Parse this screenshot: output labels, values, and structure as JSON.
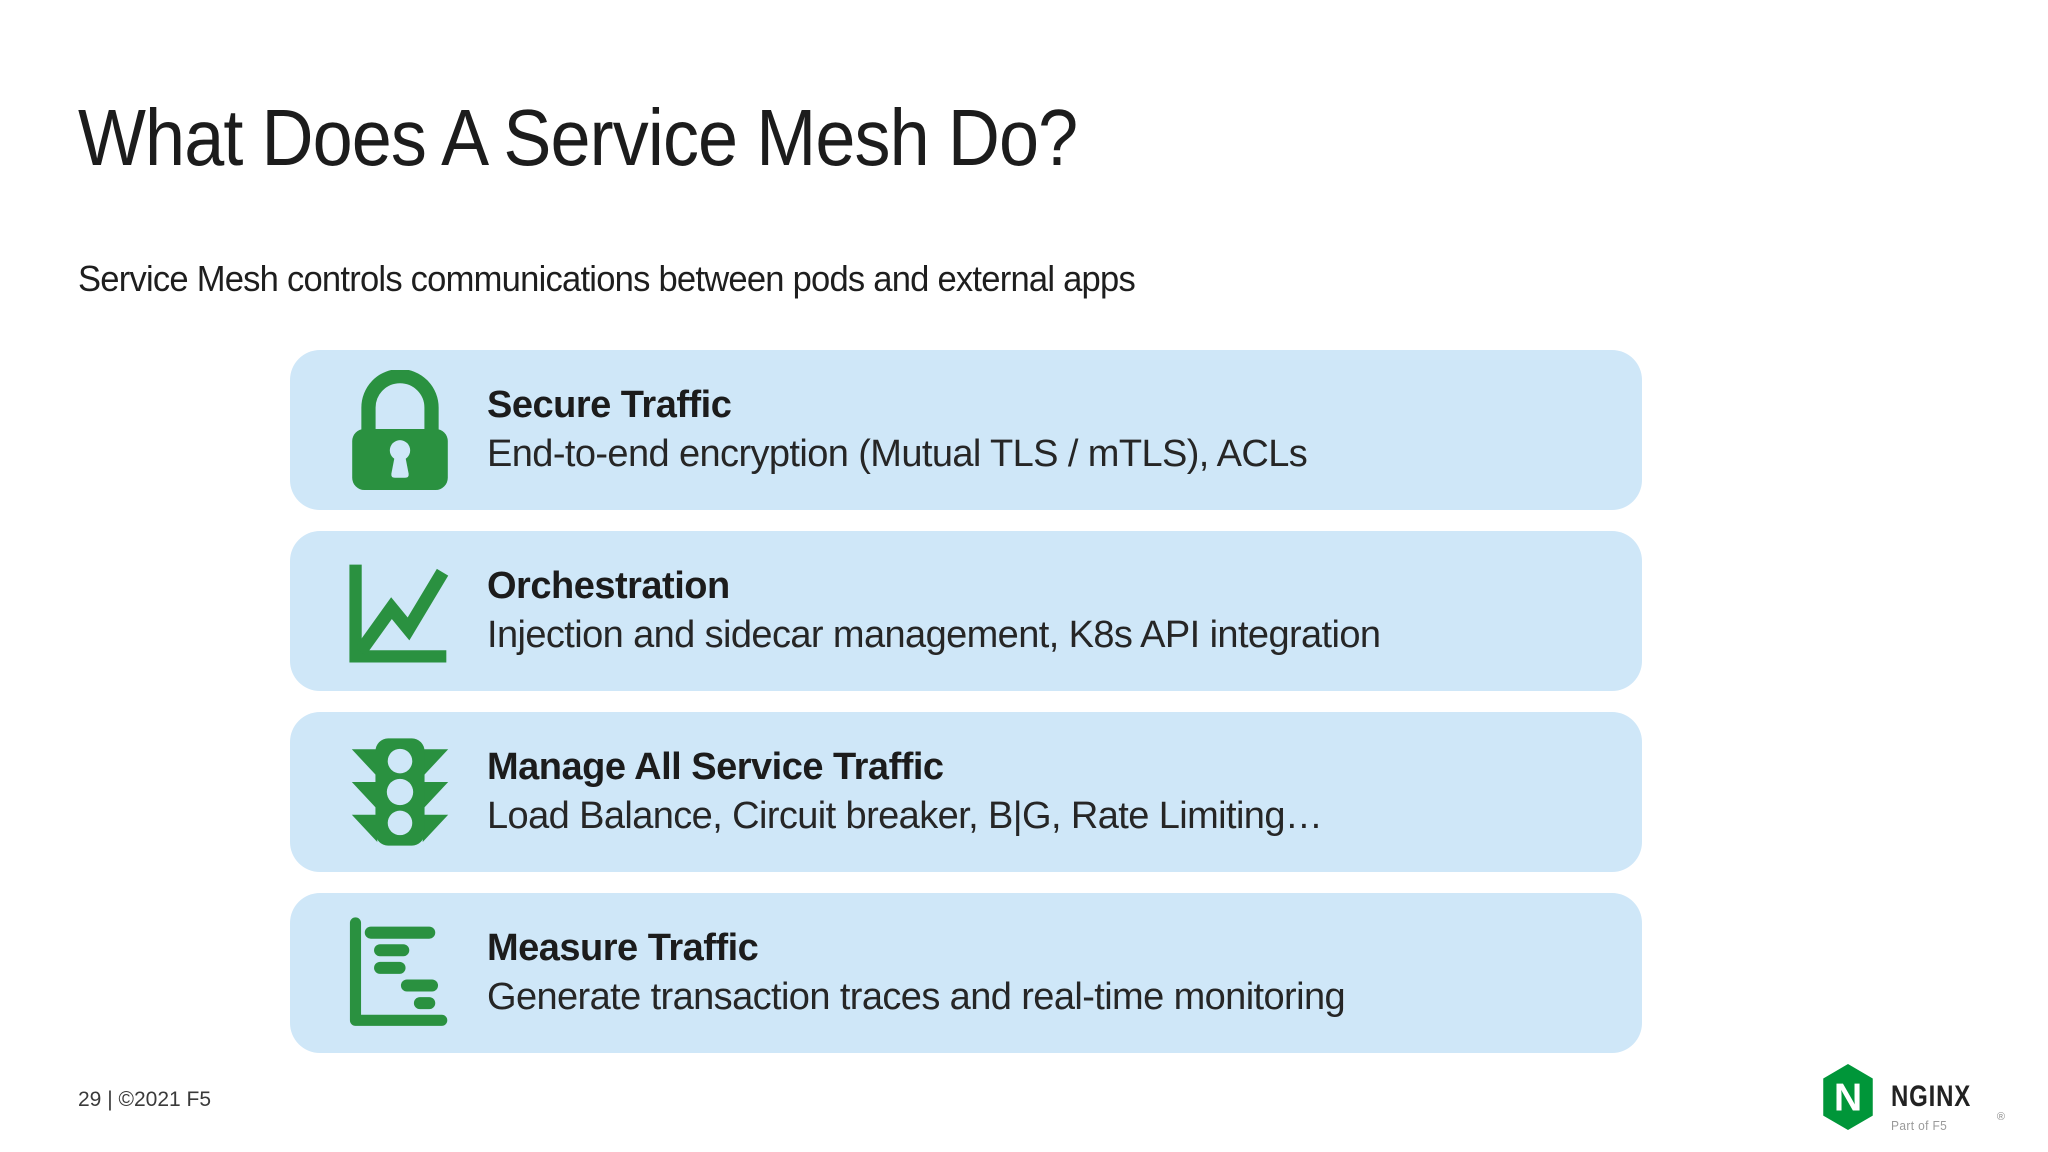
{
  "slide": {
    "title": "What Does A Service Mesh Do?",
    "subtitle": "Service Mesh controls communications between pods and external apps",
    "cards": [
      {
        "icon": "lock-icon",
        "title": "Secure Traffic",
        "description": "End-to-end encryption (Mutual TLS / mTLS), ACLs"
      },
      {
        "icon": "line-chart-icon",
        "title": "Orchestration",
        "description": "Injection and sidecar management, K8s API integration"
      },
      {
        "icon": "traffic-light-icon",
        "title": "Manage All Service Traffic",
        "description": "Load Balance, Circuit breaker, B|G, Rate Limiting…"
      },
      {
        "icon": "gantt-chart-icon",
        "title": "Measure Traffic",
        "description": "Generate transaction traces and real-time monitoring"
      }
    ],
    "footer": {
      "page_info": "29 | ©2021 F5"
    },
    "logo": {
      "brand": "NGINX",
      "tagline": "Part of F5",
      "registered_mark": "®"
    },
    "colors": {
      "card_bg": "#cfe7f8",
      "icon_green": "#2a9140",
      "logo_green": "#009639",
      "title_text": "#1c1c1c"
    }
  }
}
